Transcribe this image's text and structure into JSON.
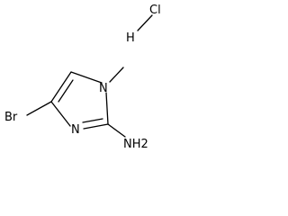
{
  "molecule": {
    "labels": {
      "bromine": "Br",
      "ring_nitrogen_methyl": "N",
      "ring_nitrogen_imine": "N",
      "amine": "NH2",
      "chlorine": "Cl",
      "hydrogen": "H"
    }
  }
}
